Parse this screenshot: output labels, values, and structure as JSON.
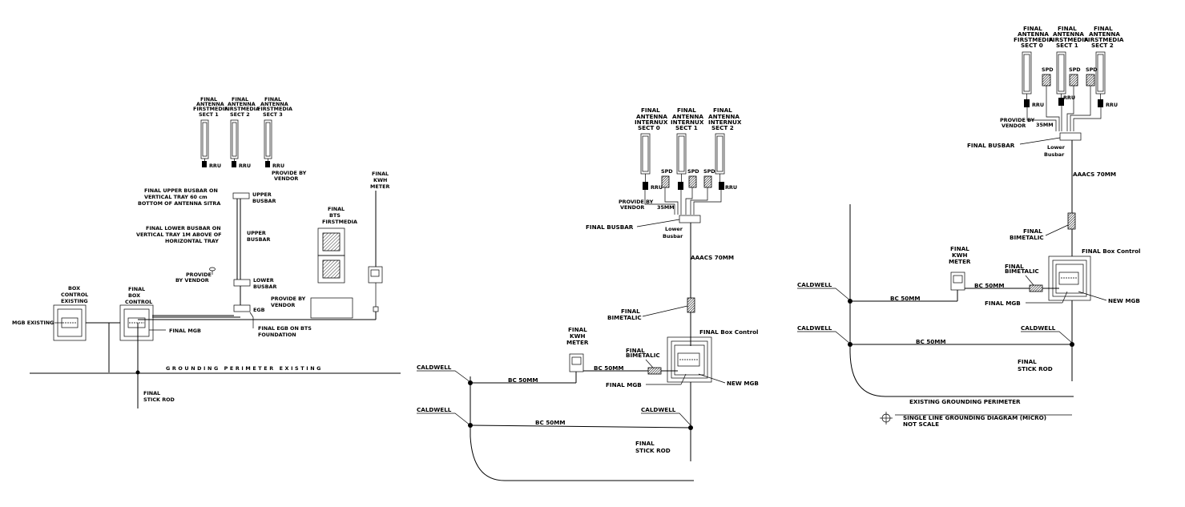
{
  "diagram1": {
    "antennas": [
      {
        "line1": "FINAL",
        "line2": "ANTENNA",
        "line3": "FIRSTMEDIA",
        "sect": "SECT 1",
        "rru": "RRU"
      },
      {
        "line1": "FINAL",
        "line2": "ANTENNA",
        "line3": "FIRSTMEDIA",
        "sect": "SECT 2",
        "rru": "RRU"
      },
      {
        "line1": "FINAL",
        "line2": "ANTENNA",
        "line3": "FIRSTMEDIA",
        "sect": "SECT 3",
        "rru": "RRU"
      }
    ],
    "provide_by_vendor_1": "PROVIDE BY",
    "provide_by_vendor_2": "VENDOR",
    "upper_busbar_note_1": "FINAL  UPPER BUSBAR ON",
    "upper_busbar_note_2": "VERTICAL TRAY 60 cm",
    "upper_busbar_note_3": "BOTTOM OF ANTENNA SITRA",
    "upper_busbar_label_1": "UPPER",
    "upper_busbar_label_2": "BUSBAR",
    "lower_busbar_note_1": "FINAL  LOWER BUSBAR ON",
    "lower_busbar_note_2": "VERTICAL TRAY 1M ABOVE OF",
    "lower_busbar_note_3": "HORIZONTAL TRAY",
    "upper_busbar_label2_1": "UPPER",
    "upper_busbar_label2_2": "BUSBAR",
    "provide_vendor_b_1": "PROVIDE",
    "provide_vendor_b_2": "BY VENDOR",
    "lower_busbar_label_1": "LOWER",
    "lower_busbar_label_2": "BUSBAR",
    "egb": "EGB",
    "egb_note_1": "FINAL  EGB ON BTS",
    "egb_note_2": "FOUNDATION",
    "bts_1": "FINAL",
    "bts_2": "BTS",
    "bts_3": "FIRSTMEDIA",
    "provide_vendor_c_1": "PROVIDE BY",
    "provide_vendor_c_2": "VENDOR",
    "kwh_1": "FINAL",
    "kwh_2": "KWH",
    "kwh_3": "METER",
    "box_existing_1": "BOX",
    "box_existing_2": "CONTROL",
    "box_existing_3": "EXISTING",
    "box_final_1": "FINAL",
    "box_final_2": "BOX",
    "box_final_3": "CONTROL",
    "mgb_existing": "MGB EXISTING",
    "final_mgb": "FINAL  MGB",
    "grounding": "GROUNDING PERIMETER EXISTING",
    "stick_1": "FINAL",
    "stick_2": "STICK ROD"
  },
  "diagram2": {
    "antennas": [
      {
        "line1": "FINAL",
        "line2": "ANTENNA",
        "line3": "INTERNUX",
        "sect": "SECT 0"
      },
      {
        "line1": "FINAL",
        "line2": "ANTENNA",
        "line3": "INTERNUX",
        "sect": "SECT 1"
      },
      {
        "line1": "FINAL",
        "line2": "ANTENNA",
        "line3": "INTERNUX",
        "sect": "SECT 2"
      }
    ],
    "spd": "SPD",
    "rru": "RRU",
    "provide_1": "PROVIDE BY",
    "provide_2": "VENDOR",
    "cable": "35MM",
    "final_busbar": "FINAL BUSBAR",
    "lower_1": "Lower",
    "lower_2": "Busbar",
    "aaacs": "AAACS 70MM",
    "bimetalic_1": "FINAL",
    "bimetalic_2": "BIMETALIC",
    "box_control": "FINAL Box Control",
    "kwh_1": "FINAL",
    "kwh_2": "KWH",
    "kwh_3": "METER",
    "bimetalic_b_1": "FINAL",
    "bimetalic_b_2": "BIMETALIC",
    "bc1": "BC 50MM",
    "bc2": "BC 50MM",
    "bc3": "BC 50MM",
    "final_mgb": "FINAL MGB",
    "new_mgb": "NEW MGB",
    "caldwell_1": "CALDWELL",
    "caldwell_2": "CALDWELL",
    "caldwell_3": "CALDWELL",
    "stick_1": "FINAL",
    "stick_2": "STICK ROD"
  },
  "diagram3": {
    "antennas": [
      {
        "line1": "FINAL",
        "line2": "ANTENNA",
        "line3": "FIRSTMEDIA",
        "sect": "SECT 0"
      },
      {
        "line1": "FINAL",
        "line2": "ANTENNA",
        "line3": "FIRSTMEDIA",
        "sect": "SECT 1"
      },
      {
        "line1": "FINAL",
        "line2": "ANTENNA",
        "line3": "FIRSTMEDIA",
        "sect": "SECT 2"
      }
    ],
    "spd": "SPD",
    "rru": "RRU",
    "provide_1": "PROVIDE BY",
    "provide_2": "VENDOR",
    "cable": "35MM",
    "final_busbar": "FINAL BUSBAR",
    "lower_1": "Lower",
    "lower_2": "Busbar",
    "aaacs": "AAACS 70MM",
    "bimetalic_1": "FINAL",
    "bimetalic_2": "BIMETALIC",
    "box_control": "FINAL Box Control",
    "kwh_1": "FINAL",
    "kwh_2": "KWH",
    "kwh_3": "METER",
    "bimetalic_b_1": "FINAL",
    "bimetalic_b_2": "BIMETALIC",
    "bc1": "BC 50MM",
    "bc2": "BC 50MM",
    "bc3": "BC 50MM",
    "final_mgb": "FINAL MGB",
    "new_mgb": "NEW MGB",
    "caldwell_1": "CALDWELL",
    "caldwell_2": "CALDWELL",
    "caldwell_3": "CALDWELL",
    "stick_1": "FINAL",
    "stick_2": "STICK ROD",
    "existing_grounding": "EXISTING GROUNDING PERIMETER",
    "title_1": "SINGLE LINE GROUNDING DIAGRAM (MICRO)",
    "title_2": "NOT SCALE"
  }
}
